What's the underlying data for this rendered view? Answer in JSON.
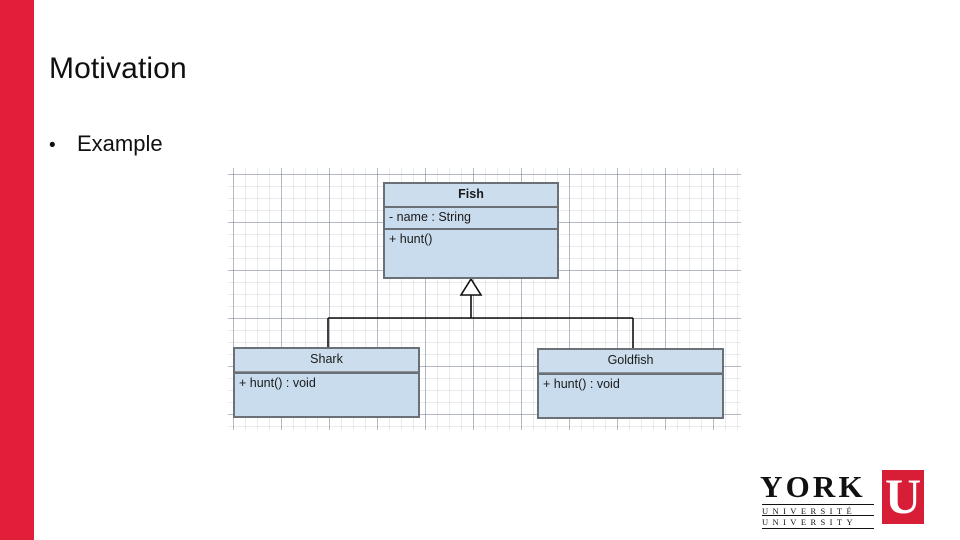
{
  "slide": {
    "title": "Motivation",
    "bullet_glyph": "•",
    "bullet_text": "Example",
    "accent_color": "#e31e3a"
  },
  "diagram": {
    "kind": "uml-class-diagram",
    "relationship": "generalization",
    "classes": [
      {
        "id": "fish",
        "name": "Fish",
        "attributes": [
          "- name : String"
        ],
        "operations": [
          "+ hunt()"
        ]
      },
      {
        "id": "shark",
        "name": "Shark",
        "attributes": [],
        "operations": [
          "+ hunt() : void"
        ]
      },
      {
        "id": "goldfish",
        "name": "Goldfish",
        "attributes": [],
        "operations": [
          "+ hunt() : void"
        ]
      }
    ],
    "box_fill": "#c9dcee",
    "box_stroke": "#6b6f76",
    "connector_stroke": "#111111"
  },
  "logo": {
    "wordmark": "YORK",
    "subtitle_fr": "UNIVERSITÉ",
    "subtitle_en": "UNIVERSITY",
    "mark_letter": "U",
    "mark_color": "#d81e36"
  }
}
